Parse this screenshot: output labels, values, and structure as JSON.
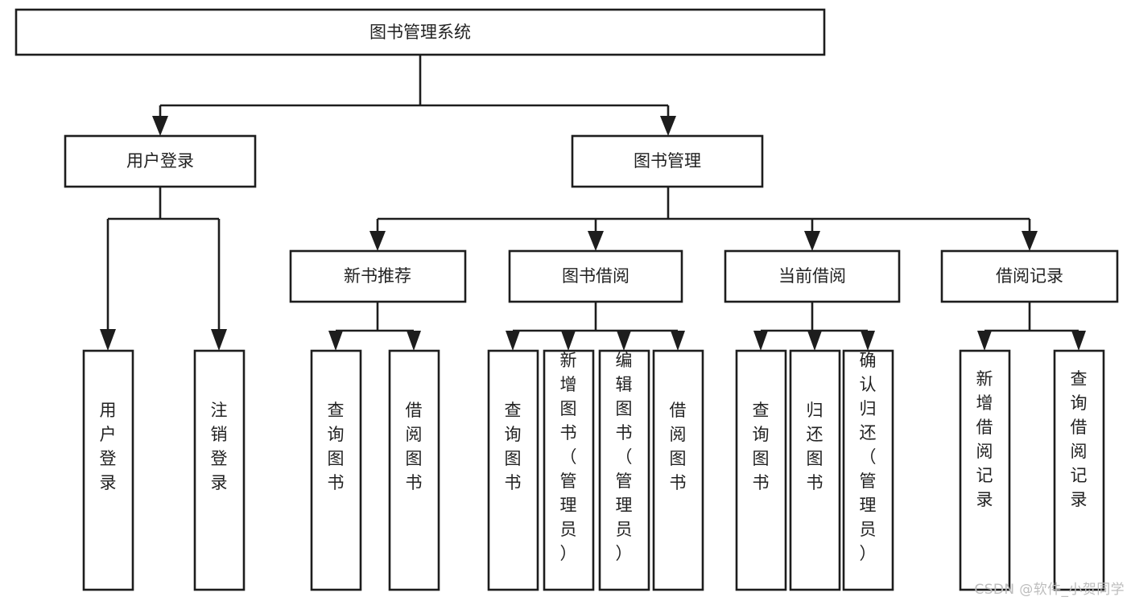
{
  "title": "图书管理系统",
  "watermark": "CSDN @软件_小贺同学",
  "colors": {
    "stroke": "#1d1d1d",
    "fill": "#ffffff",
    "text": "#222222",
    "watermark": "#bdbdbd",
    "background": "#ffffff"
  },
  "chart_data": {
    "type": "diagram",
    "diagram_kind": "tree-hierarchy",
    "title": "图书管理系统",
    "orientation": "top-down",
    "levels": 4,
    "nodes": [
      {
        "id": "root",
        "label": "图书管理系统",
        "level": 0,
        "parent": null,
        "orientation": "horizontal"
      },
      {
        "id": "login",
        "label": "用户登录",
        "level": 1,
        "parent": "root",
        "orientation": "horizontal"
      },
      {
        "id": "bookmgmt",
        "label": "图书管理",
        "level": 1,
        "parent": "root",
        "orientation": "horizontal"
      },
      {
        "id": "login-user",
        "label": "用户登录",
        "level": 2,
        "parent": "login",
        "orientation": "vertical"
      },
      {
        "id": "login-logout",
        "label": "注销登录",
        "level": 2,
        "parent": "login",
        "orientation": "vertical"
      },
      {
        "id": "newbook",
        "label": "新书推荐",
        "level": 2,
        "parent": "bookmgmt",
        "orientation": "horizontal"
      },
      {
        "id": "borrow",
        "label": "图书借阅",
        "level": 2,
        "parent": "bookmgmt",
        "orientation": "horizontal"
      },
      {
        "id": "current",
        "label": "当前借阅",
        "level": 2,
        "parent": "bookmgmt",
        "orientation": "horizontal"
      },
      {
        "id": "records",
        "label": "借阅记录",
        "level": 2,
        "parent": "bookmgmt",
        "orientation": "horizontal"
      },
      {
        "id": "newbook-query",
        "label": "查询图书",
        "level": 3,
        "parent": "newbook",
        "orientation": "vertical"
      },
      {
        "id": "newbook-borrow",
        "label": "借阅图书",
        "level": 3,
        "parent": "newbook",
        "orientation": "vertical"
      },
      {
        "id": "borrow-query",
        "label": "查询图书",
        "level": 3,
        "parent": "borrow",
        "orientation": "vertical"
      },
      {
        "id": "borrow-add",
        "label": "新增图书（管理员）",
        "level": 3,
        "parent": "borrow",
        "orientation": "vertical"
      },
      {
        "id": "borrow-edit",
        "label": "编辑图书（管理员）",
        "level": 3,
        "parent": "borrow",
        "orientation": "vertical"
      },
      {
        "id": "borrow-lend",
        "label": "借阅图书",
        "level": 3,
        "parent": "borrow",
        "orientation": "vertical"
      },
      {
        "id": "current-query",
        "label": "查询图书",
        "level": 3,
        "parent": "current",
        "orientation": "vertical"
      },
      {
        "id": "current-return",
        "label": "归还图书",
        "level": 3,
        "parent": "current",
        "orientation": "vertical"
      },
      {
        "id": "current-confirm",
        "label": "确认归还（管理员）",
        "level": 3,
        "parent": "current",
        "orientation": "vertical"
      },
      {
        "id": "records-add",
        "label": "新增借阅记录",
        "level": 3,
        "parent": "records",
        "orientation": "vertical"
      },
      {
        "id": "records-query",
        "label": "查询借阅记录",
        "level": 3,
        "parent": "records",
        "orientation": "vertical"
      }
    ],
    "edges": [
      {
        "from": "root",
        "to": "login"
      },
      {
        "from": "root",
        "to": "bookmgmt"
      },
      {
        "from": "login",
        "to": "login-user"
      },
      {
        "from": "login",
        "to": "login-logout"
      },
      {
        "from": "bookmgmt",
        "to": "newbook"
      },
      {
        "from": "bookmgmt",
        "to": "borrow"
      },
      {
        "from": "bookmgmt",
        "to": "current"
      },
      {
        "from": "bookmgmt",
        "to": "records"
      },
      {
        "from": "newbook",
        "to": "newbook-query"
      },
      {
        "from": "newbook",
        "to": "newbook-borrow"
      },
      {
        "from": "borrow",
        "to": "borrow-query"
      },
      {
        "from": "borrow",
        "to": "borrow-add"
      },
      {
        "from": "borrow",
        "to": "borrow-edit"
      },
      {
        "from": "borrow",
        "to": "borrow-lend"
      },
      {
        "from": "current",
        "to": "current-query"
      },
      {
        "from": "current",
        "to": "current-return"
      },
      {
        "from": "current",
        "to": "current-confirm"
      },
      {
        "from": "records",
        "to": "records-add"
      },
      {
        "from": "records",
        "to": "records-query"
      }
    ]
  },
  "labels": {
    "root": "图书管理系统",
    "login": "用户登录",
    "bookmgmt": "图书管理",
    "login_user": "用户登录",
    "login_logout": "注销登录",
    "newbook": "新书推荐",
    "borrow": "图书借阅",
    "current": "当前借阅",
    "records": "借阅记录",
    "newbook_query": "查询图书",
    "newbook_borrow": "借阅图书",
    "borrow_query": "查询图书",
    "borrow_add": "新增图书（管理员）",
    "borrow_edit": "编辑图书（管理员）",
    "borrow_lend": "借阅图书",
    "current_query": "查询图书",
    "current_return": "归还图书",
    "current_confirm": "确认归还（管理员）",
    "records_add": "新增借阅记录",
    "records_query": "查询借阅记录"
  }
}
